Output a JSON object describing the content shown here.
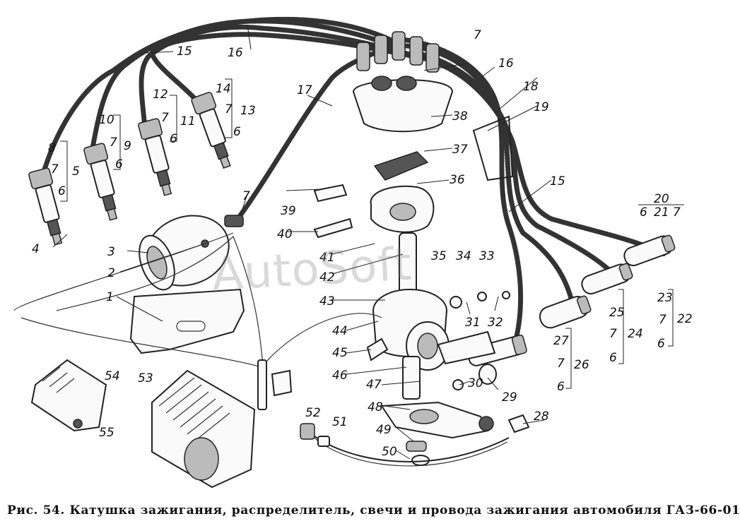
{
  "caption": "Рис. 54. Катушка зажигания, распределитель, свечи и провода зажигания автомобиля ГАЗ-66-01",
  "watermark": "AutoSoft",
  "callouts": [
    "1",
    "2",
    "3",
    "4",
    "5",
    "6",
    "7",
    "8",
    "9",
    "10",
    "11",
    "12",
    "13",
    "14",
    "15",
    "16",
    "17",
    "18",
    "19",
    "20",
    "21",
    "22",
    "23",
    "24",
    "25",
    "26",
    "27",
    "28",
    "29",
    "30",
    "31",
    "32",
    "33",
    "34",
    "35",
    "36",
    "37",
    "38",
    "39",
    "40",
    "41",
    "42",
    "43",
    "44",
    "45",
    "46",
    "47",
    "48",
    "49",
    "50",
    "51",
    "52",
    "53",
    "54",
    "55"
  ]
}
